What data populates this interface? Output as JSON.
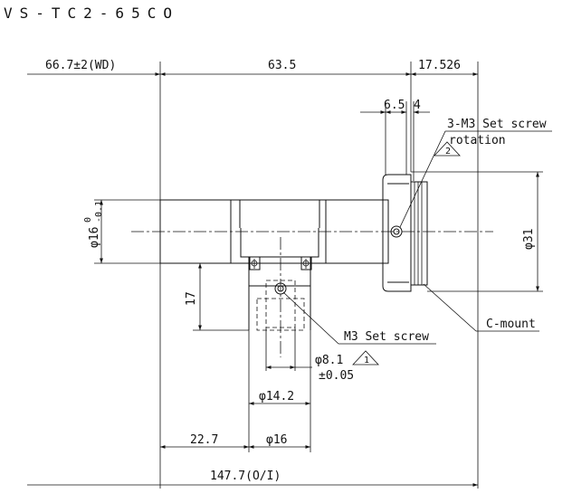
{
  "title": "VS-TC2-65CO",
  "dimensions": {
    "wd": "66.7±2(WD)",
    "length_63_5": "63.5",
    "length_17_526": "17.526",
    "length_6_5": "6.5",
    "length_4": "4",
    "height_17": "17",
    "length_22_7": "22.7",
    "dia_16_port": "φ16",
    "dia_14_2": "φ14.2",
    "dia_8_1": "φ8.1",
    "dia_8_1_tol": "±0.05",
    "total_length": "147.7(O/I)",
    "dia_16_tube": "φ16",
    "dia_16_tol_upper": "0",
    "dia_16_tol_lower": "-0.1",
    "dia_31": "φ31"
  },
  "notes": {
    "set_screw_3": "3-M3 Set screw",
    "rotation": "rotation",
    "set_screw_m3": "M3 Set screw",
    "c_mount": "C-mount",
    "flag_1": "1",
    "flag_2": "2"
  }
}
